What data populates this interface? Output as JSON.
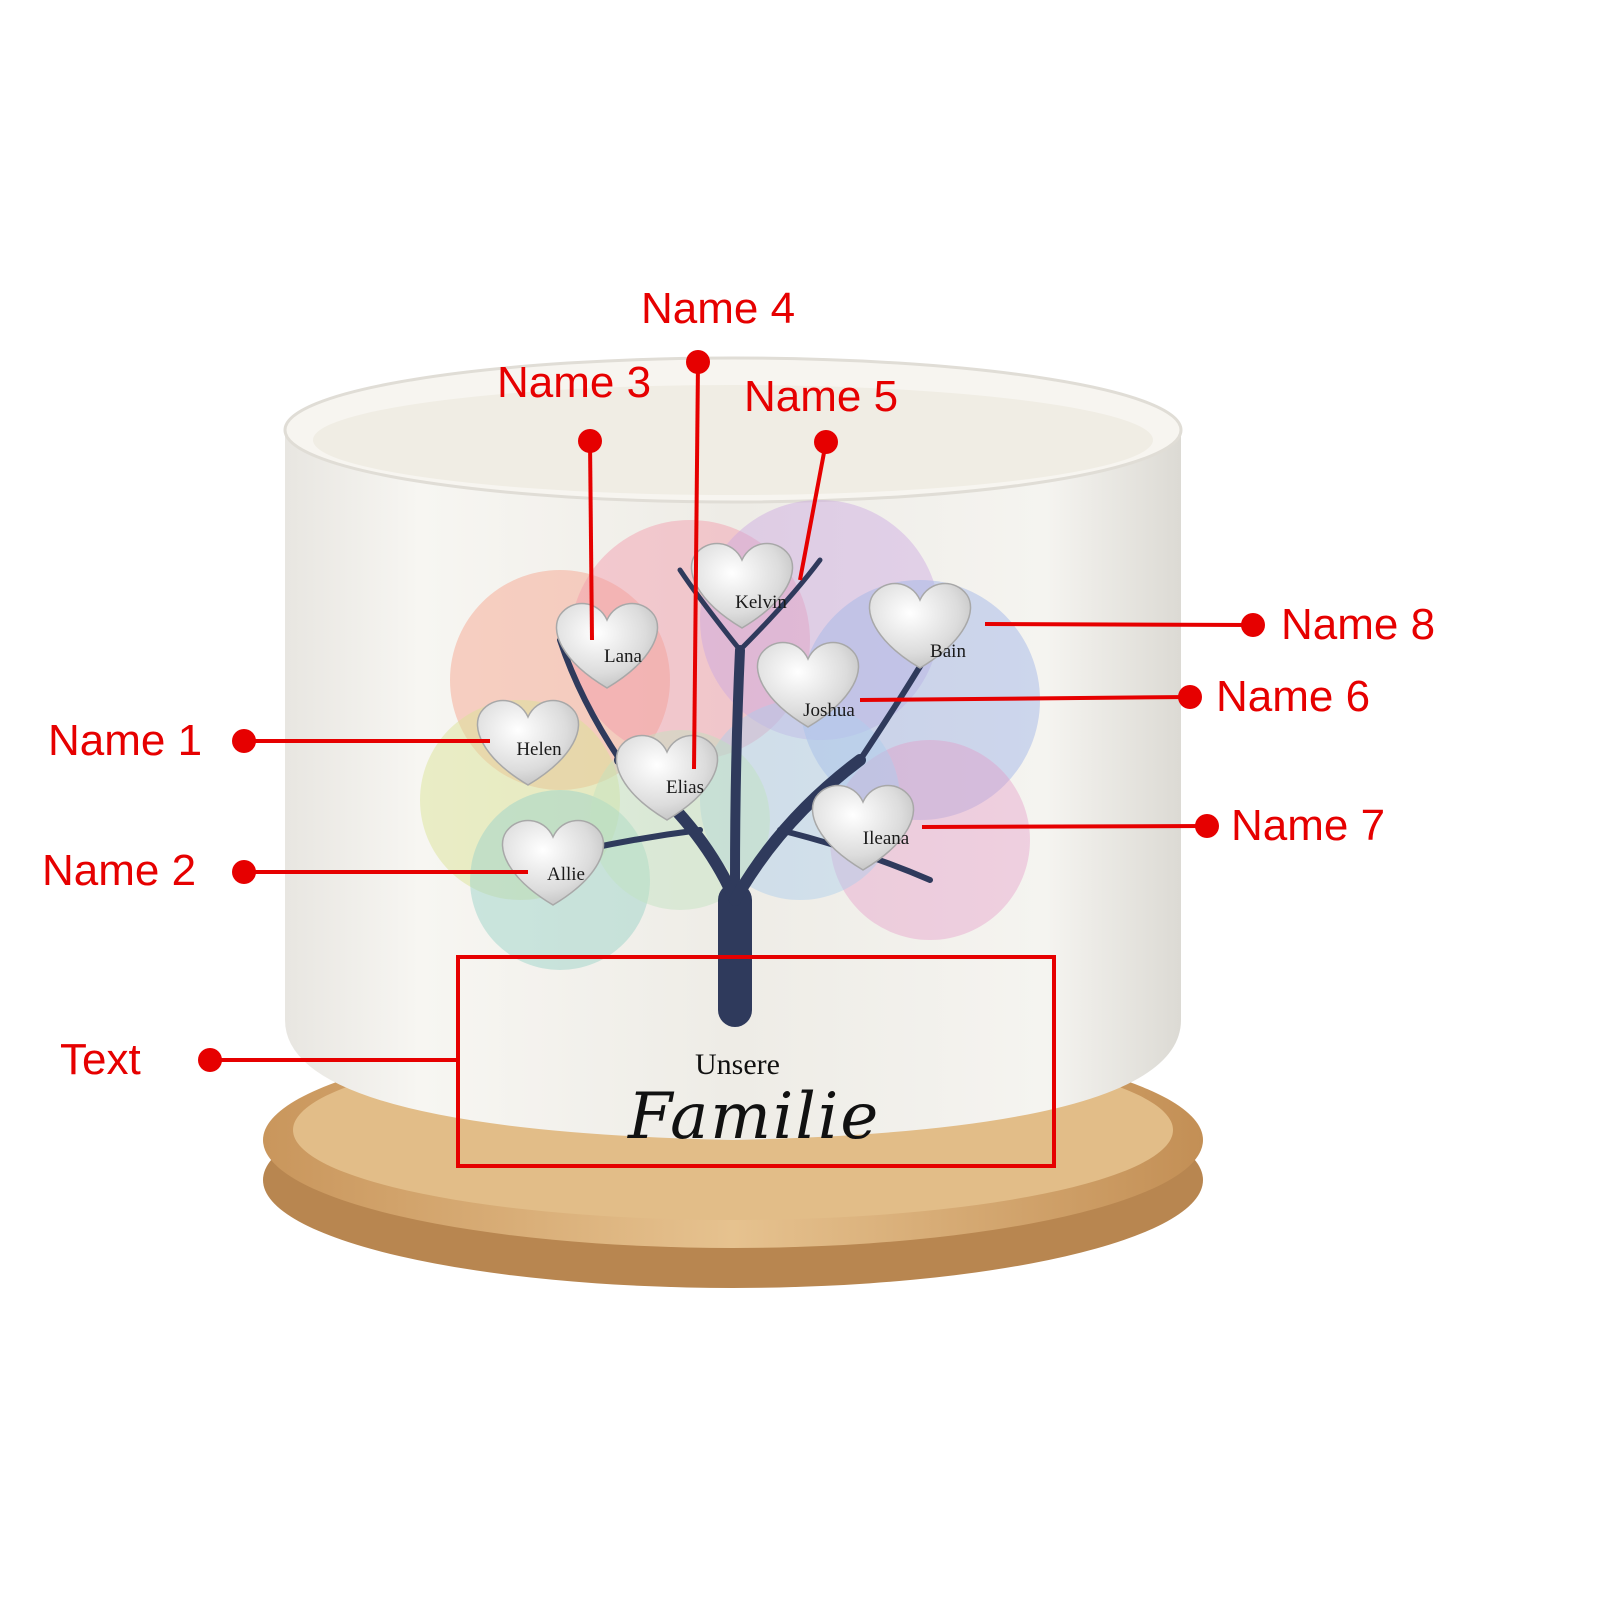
{
  "product": {
    "description": "Personalized ceramic plant pot with family tree print on bamboo saucer",
    "colors": {
      "annotation": "#e60000",
      "pot": "#f3f1ec",
      "saucer": "#d9b27e",
      "trunk": "#2f3a5c"
    }
  },
  "tree": {
    "hearts": [
      {
        "id": "name1",
        "text": "Helen"
      },
      {
        "id": "name2",
        "text": "Allie"
      },
      {
        "id": "name3",
        "text": "Lana"
      },
      {
        "id": "name4",
        "text": "Elias"
      },
      {
        "id": "name5",
        "text": "Kelvin"
      },
      {
        "id": "name6",
        "text": "Joshua"
      },
      {
        "id": "name7",
        "text": "Ileana"
      },
      {
        "id": "name8",
        "text": "Bain"
      }
    ],
    "caption": {
      "line1": "Unsere",
      "line2": "Familie"
    }
  },
  "annotations": [
    {
      "label": "Name 1"
    },
    {
      "label": "Name 2"
    },
    {
      "label": "Name 3"
    },
    {
      "label": "Name 4"
    },
    {
      "label": "Name 5"
    },
    {
      "label": "Name 6"
    },
    {
      "label": "Name 7"
    },
    {
      "label": "Name 8"
    },
    {
      "label": "Text"
    }
  ]
}
